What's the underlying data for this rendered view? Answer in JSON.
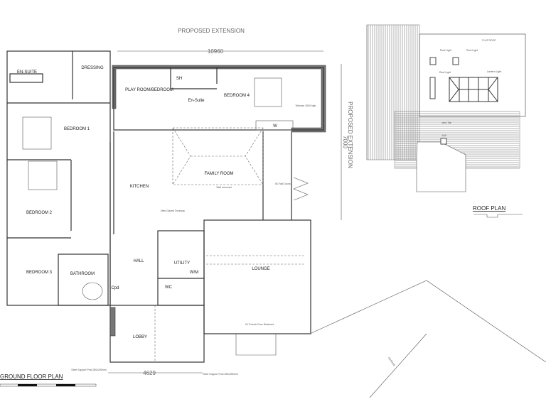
{
  "drawing": {
    "header": "PROPOSED EXTENSION",
    "side_label": "PROPOSED EXTENSION",
    "ground_floor": {
      "title": "GROUND FLOOR PLAN",
      "rooms": [
        "EN-SUITE",
        "DRESSING",
        "BEDROOM 1",
        "BEDROOM 2",
        "BEDROOM 3",
        "BATHROOM",
        "PLAY ROOM/BEDROOM",
        "En-Suite",
        "BEDROOM 4",
        "W",
        "KITCHEN",
        "FAMILY ROOM",
        "HALL",
        "UTILITY",
        "W/M",
        "LOUNGE",
        "LOBBY",
        "WC",
        "Cpd",
        "SH"
      ],
      "dimensions": {
        "width_top": "10960",
        "depth_right": "7000",
        "lobby_width": "4629"
      },
      "notes": [
        "Steel Support Post 250x250mm",
        "Steel Support Post 250x250mm",
        "Ex French Door Retained",
        "Bi-Fold Doors",
        "Window 1500 high",
        "Wall removed",
        "New Glazed Doorway"
      ]
    },
    "roof_plan": {
      "title": "ROOF PLAN",
      "notes": [
        "FLAT ROOF",
        "Roof Light",
        "Roof Light",
        "Roof Light",
        "Lantern Light",
        "Vent Tile",
        "SVP"
      ]
    },
    "garage_label": "GARAGE"
  }
}
